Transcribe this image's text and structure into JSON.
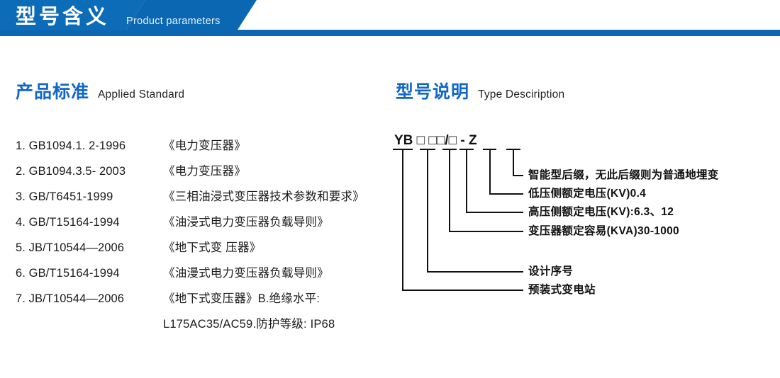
{
  "banner": {
    "title": "型号含义",
    "subtitle": "Product parameters",
    "bar_color": "#0b67b2",
    "accent_color": "#0d6cb8"
  },
  "sections": {
    "standard": {
      "cn": "产品标准",
      "en": "Applied Standard"
    },
    "type": {
      "cn": "型号说明",
      "en": "Type Desciription"
    }
  },
  "standards": {
    "items": [
      {
        "code": "1. GB1094.1. 2-1996",
        "name": "《电力变压器》"
      },
      {
        "code": "2. GB1094.3.5- 2003",
        "name": "《电力变压器》"
      },
      {
        "code": "3. GB/T6451-1999",
        "name": "《三相油浸式变压器技术参数和要求》"
      },
      {
        "code": "4. GB/T15164-1994",
        "name": "《油浸式电力变压器负载导则》"
      },
      {
        "code": "5. JB/T10544—2006",
        "name": "《地下式变 压器》"
      },
      {
        "code": "6. GB/T15164-1994",
        "name": "《油漫式电力变压器负载导则》"
      },
      {
        "code": "7. JB/T10544—2006",
        "name": "《地下式变压器》B.绝缘水平:"
      }
    ],
    "continuation": "L175AC35/AC59.防护等级: IP68"
  },
  "type_code": {
    "prefix": "YB",
    "segments": [
      "□",
      "□",
      "□",
      "/",
      "□",
      "-",
      "Z"
    ],
    "display": "YB □  □□/□ - Z",
    "labels": [
      {
        "text": "智能型后缀，无此后缀则为普通地埋变",
        "source": "Z"
      },
      {
        "text": "低压侧额定电压(KV)0.4",
        "source": "□ after slash"
      },
      {
        "text": "高压侧额定电压(KV):6.3、12",
        "source": "second □"
      },
      {
        "text": "变压器额定容易(KVA)30-1000",
        "source": "first □"
      },
      {
        "text": "设计序号",
        "source": "□ after YB"
      },
      {
        "text": "预装式变电站",
        "source": "YB"
      }
    ]
  },
  "colors": {
    "heading_blue": "#1267c8",
    "banner_blue": "#0b67b2",
    "text_dark": "#1a1a1a"
  }
}
